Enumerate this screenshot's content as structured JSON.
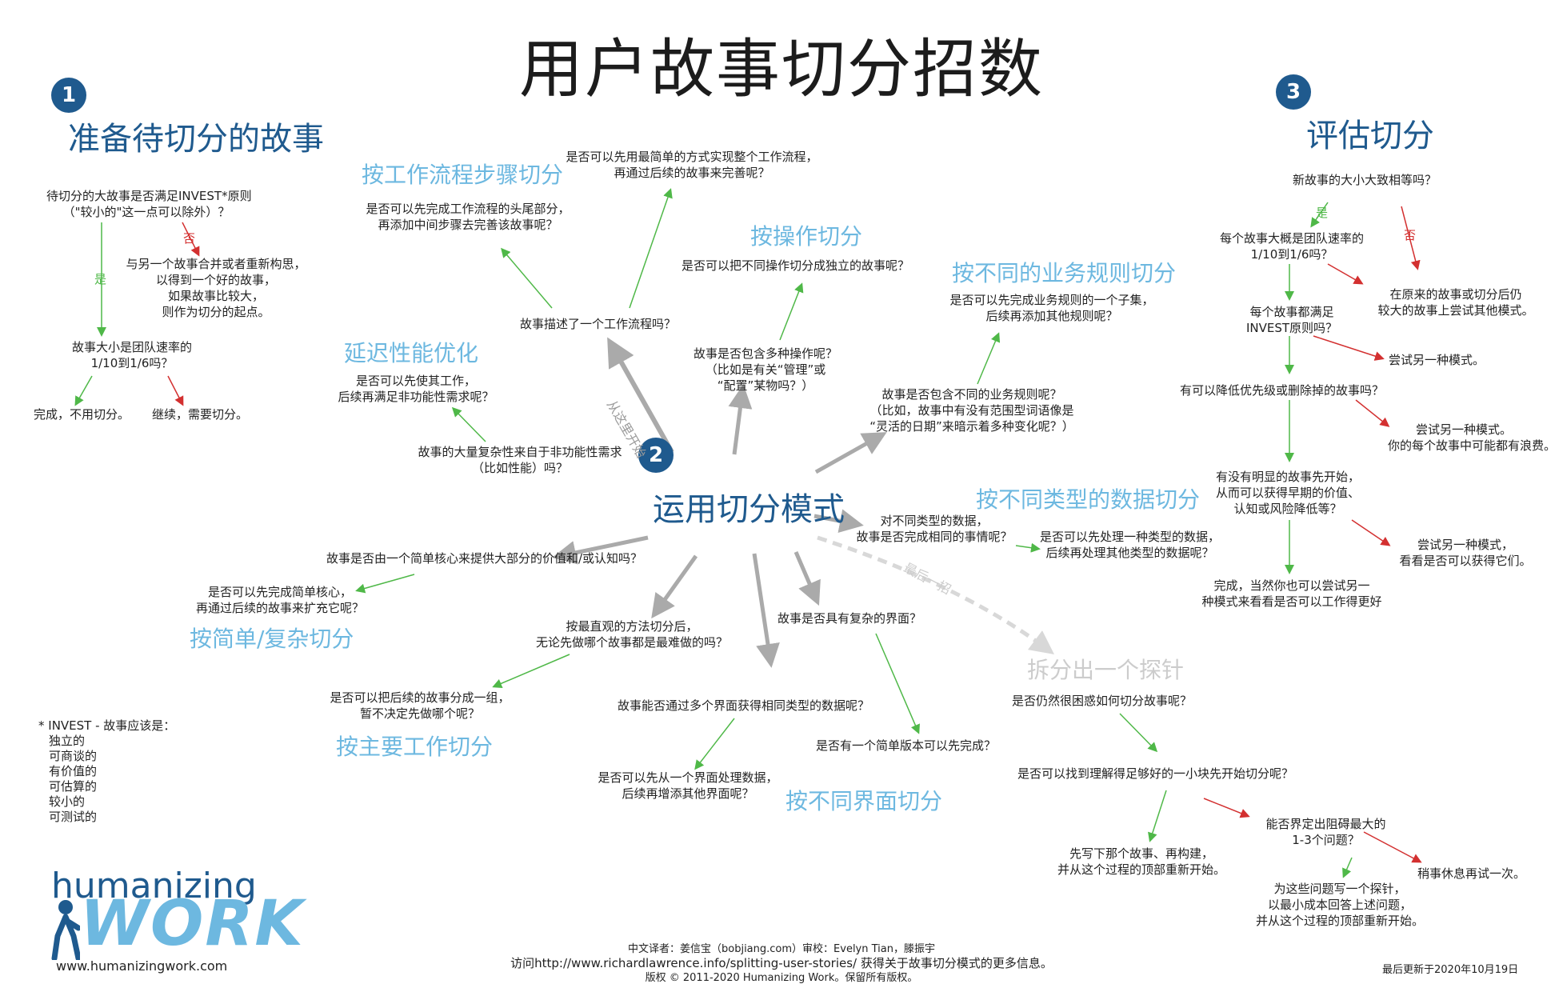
{
  "title": "用户故事切分招数",
  "sections": {
    "s1": {
      "num": "1",
      "title": "准备待切分的故事"
    },
    "s2": {
      "num": "2",
      "title": "运用切分模式"
    },
    "s3": {
      "num": "3",
      "title": "评估切分"
    }
  },
  "prep": {
    "q1": [
      "待切分的大故事是否满足INVEST*原则",
      "（\"较小的\"这一点可以除外）？"
    ],
    "no1": "否",
    "merge": [
      "与另一个故事合并或者重新构思，",
      "以得到一个好的故事，",
      "如果故事比较大，",
      "则作为切分的起点。"
    ],
    "yes1": "是",
    "q2": [
      "故事大小是团队速率的",
      "1/10到1/6吗？"
    ],
    "done": "完成，不用切分。",
    "cont": "继续，需要切分。"
  },
  "patterns": {
    "workflow": {
      "name": "按工作流程步骤切分",
      "trigger": "故事描述了一个工作流程吗？",
      "a": [
        "是否可以先用最简单的方式实现整个工作流程，",
        "再通过后续的故事来完善呢？"
      ],
      "b": [
        "是否可以先完成工作流程的头尾部分，",
        "再添加中间步骤去完善该故事呢？"
      ]
    },
    "operations": {
      "name": "按操作切分",
      "trigger": [
        "故事是否包含多种操作呢？",
        "（比如是有关“管理”或",
        "“配置”某物吗？）"
      ],
      "a": "是否可以把不同操作切分成独立的故事呢？"
    },
    "rules": {
      "name": "按不同的业务规则切分",
      "trigger": [
        "故事是否包含不同的业务规则呢？",
        "（比如，故事中有没有范围型词语像是",
        "“灵活的日期”来暗示着多种变化呢？）"
      ],
      "a": [
        "是否可以先完成业务规则的一个子集，",
        "后续再添加其他规则呢？"
      ]
    },
    "data": {
      "name": "按不同类型的数据切分",
      "trigger": [
        "对不同类型的数据，",
        "故事是否完成相同的事情呢？"
      ],
      "a": [
        "是否可以先处理一种类型的数据，",
        "后续再处理其他类型的数据呢？"
      ]
    },
    "perf": {
      "name": "延迟性能优化",
      "trigger": [
        "故事的大量复杂性来自于非功能性需求",
        "（比如性能）吗？"
      ],
      "a": [
        "是否可以先使其工作，",
        "后续再满足非功能性需求呢？"
      ]
    },
    "simple": {
      "name": "按简单/复杂切分",
      "trigger": "故事是否由一个简单核心来提供大部分的价值和/或认知吗？",
      "a": [
        "是否可以先完成简单核心，",
        "再通过后续的故事来扩充它呢？"
      ]
    },
    "effort": {
      "name": "按主要工作切分",
      "trigger": [
        "按最直观的方法切分后，",
        "无论先做哪个故事都是最难做的吗？"
      ],
      "a": [
        "是否可以把后续的故事分成一组，",
        "暂不决定先做哪个呢？"
      ]
    },
    "interface": {
      "name": "按不同界面切分",
      "trigger1": "故事能否通过多个界面获得相同类型的数据呢？",
      "a1": [
        "是否可以先从一个界面处理数据，",
        "后续再增添其他界面呢？"
      ],
      "trigger2": "故事是否具有复杂的界面？",
      "a2": "是否有一个简单版本可以先完成？"
    },
    "spike": {
      "name": "拆分出一个探针",
      "q1": "是否仍然很困惑如何切分故事呢？",
      "q2": "是否可以找到理解得足够好的一小块先开始切分呢？",
      "a1": [
        "先写下那个故事、再构建，",
        "并从这个过程的顶部重新开始。"
      ],
      "q3": [
        "能否界定出阻碍最大的",
        "1-3个问题？"
      ],
      "a2": [
        "为这些问题写一个探针，",
        "以最小成本回答上述问题，",
        "并从这个过程的顶部重新开始。"
      ],
      "a3": "稍事休息再试一次。"
    }
  },
  "start_here": "从这里开始",
  "last_resort": "最后一招",
  "evaluate": {
    "q1": "新故事的大小大致相等吗？",
    "yes": "是",
    "no": "否",
    "q2": [
      "每个故事大概是团队速率的",
      "1/10到1/6吗？"
    ],
    "r1": [
      "在原来的故事或切分后仍",
      "较大的故事上尝试其他模式。"
    ],
    "q3": [
      "每个故事都满足",
      "INVEST原则吗？"
    ],
    "r2": "尝试另一种模式。",
    "q4": "有可以降低优先级或删除掉的故事吗？",
    "r3": [
      "尝试另一种模式。",
      "你的每个故事中可能都有浪费。"
    ],
    "q5": [
      "有没有明显的故事先开始，",
      "从而可以获得早期的价值、",
      "认知或风险降低等？"
    ],
    "r4": [
      "尝试另一种模式，",
      "看看是否可以获得它们。"
    ],
    "done": [
      "完成，当然你也可以尝试另一",
      "种模式来看看是否可以工作得更好"
    ]
  },
  "invest": {
    "heading": "* INVEST - 故事应该是：",
    "items": [
      "独立的",
      "可商谈的",
      "有价值的",
      "可估算的",
      "较小的",
      "可测试的"
    ]
  },
  "logo": {
    "line1": "humanizing",
    "line2": "WORK",
    "url": "www.humanizingwork.com"
  },
  "footer": {
    "translator": "中文译者：姜信宝（bobjiang.com）审校：Evelyn Tian，滕振宇",
    "visit": "访问http://www.richardlawrence.info/splitting-user-stories/ 获得关于故事切分模式的更多信息。",
    "copyright": "版权 © 2011-2020 Humanizing Work。保留所有版权。",
    "updated": "最后更新于2020年10月19日"
  },
  "colors": {
    "section": "#1f5a8e",
    "pattern": "#6db8e0",
    "yes_arrow": "#4fb848",
    "no_arrow": "#d33030",
    "main_arrow": "#aaaaaa"
  }
}
